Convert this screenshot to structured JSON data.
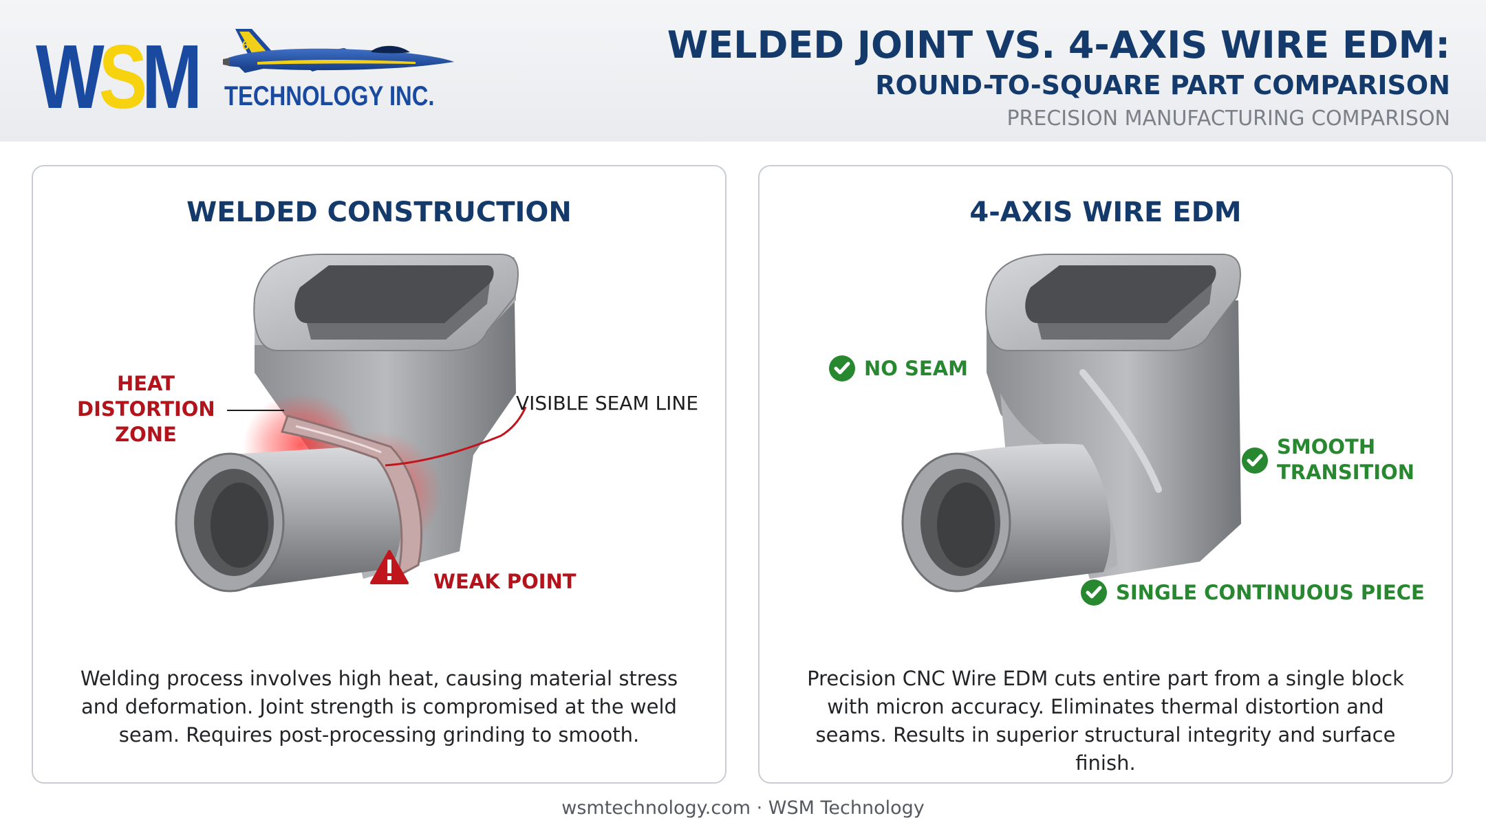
{
  "logo": {
    "letters_1": "W",
    "letters_2": "S",
    "letters_3": "M",
    "subtitle": "TECHNOLOGY INC.",
    "jet_marking": "6"
  },
  "header": {
    "title": "WELDED JOINT VS. 4-AXIS WIRE EDM:",
    "subtitle": "ROUND-TO-SQUARE PART COMPARISON",
    "tagline": "PRECISION MANUFACTURING COMPARISON"
  },
  "welded": {
    "title": "WELDED CONSTRUCTION",
    "callout_heat_1": "HEAT",
    "callout_heat_2": "DISTORTION",
    "callout_heat_3": "ZONE",
    "callout_seam": "VISIBLE SEAM LINE",
    "callout_weak": "WEAK POINT",
    "description": "Welding process involves high heat, causing material stress and deformation. Joint strength is compromised at the weld seam. Requires post-processing grinding to smooth."
  },
  "edm": {
    "title": "4-AXIS WIRE EDM",
    "callout_noseam": "NO SEAM",
    "callout_smooth_1": "SMOOTH",
    "callout_smooth_2": "TRANSITION",
    "callout_single": "SINGLE CONTINUOUS PIECE",
    "description": "Precision CNC Wire EDM cuts entire part from a single block with micron accuracy. Eliminates thermal distortion and seams. Results in superior structural integrity and surface finish."
  },
  "footer": {
    "text": "wsmtechnology.com · WSM Technology"
  },
  "colors": {
    "navy": "#143a6b",
    "logo_blue": "#1a4aa0",
    "logo_yellow": "#f6d20f",
    "warning_red": "#b3131b",
    "success_green": "#27882f"
  }
}
